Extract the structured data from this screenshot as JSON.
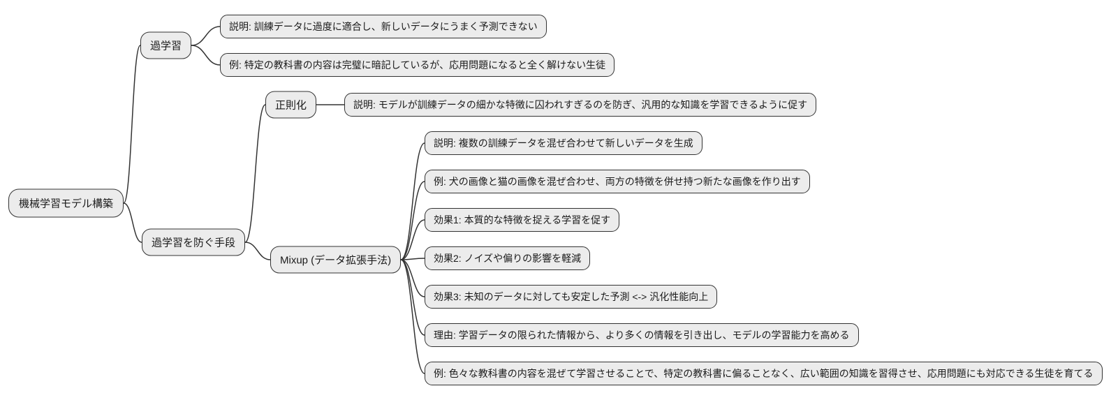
{
  "diagram": {
    "type": "mindmap",
    "root_id": "root",
    "nodes": [
      {
        "id": "root",
        "parent": null,
        "kind": "root",
        "label": "機械学習モデル構築"
      },
      {
        "id": "overfit",
        "parent": "root",
        "kind": "branch",
        "label": "過学習"
      },
      {
        "id": "overfit-desc",
        "parent": "overfit",
        "kind": "leaf",
        "label": "説明: 訓練データに過度に適合し、新しいデータにうまく予測できない"
      },
      {
        "id": "overfit-example",
        "parent": "overfit",
        "kind": "leaf",
        "label": "例: 特定の教科書の内容は完璧に暗記しているが、応用問題になると全く解けない生徒"
      },
      {
        "id": "prevent",
        "parent": "root",
        "kind": "branch",
        "label": "過学習を防ぐ手段"
      },
      {
        "id": "regularization",
        "parent": "prevent",
        "kind": "branch",
        "label": "正則化"
      },
      {
        "id": "regularization-desc",
        "parent": "regularization",
        "kind": "leaf",
        "label": "説明: モデルが訓練データの細かな特徴に囚われすぎるのを防ぎ、汎用的な知識を学習できるように促す"
      },
      {
        "id": "mixup",
        "parent": "prevent",
        "kind": "branch",
        "label": "Mixup (データ拡張手法)"
      },
      {
        "id": "mixup-desc",
        "parent": "mixup",
        "kind": "leaf",
        "label": "説明: 複数の訓練データを混ぜ合わせて新しいデータを生成"
      },
      {
        "id": "mixup-example",
        "parent": "mixup",
        "kind": "leaf",
        "label": "例: 犬の画像と猫の画像を混ぜ合わせ、両方の特徴を併せ持つ新たな画像を作り出す"
      },
      {
        "id": "mixup-effect1",
        "parent": "mixup",
        "kind": "leaf",
        "label": "効果1: 本質的な特徴を捉える学習を促す"
      },
      {
        "id": "mixup-effect2",
        "parent": "mixup",
        "kind": "leaf",
        "label": "効果2: ノイズや偏りの影響を軽減"
      },
      {
        "id": "mixup-effect3",
        "parent": "mixup",
        "kind": "leaf",
        "label": "効果3: 未知のデータに対しても安定した予測 <-> 汎化性能向上"
      },
      {
        "id": "mixup-reason",
        "parent": "mixup",
        "kind": "leaf",
        "label": "理由: 学習データの限られた情報から、より多くの情報を引き出し、モデルの学習能力を高める"
      },
      {
        "id": "mixup-example2",
        "parent": "mixup",
        "kind": "leaf",
        "label": "例: 色々な教科書の内容を混ぜて学習させることで、特定の教科書に偏ることなく、広い範囲の知識を習得させ、応用問題にも対応できる生徒を育てる"
      }
    ],
    "colors": {
      "background": "#ffffff",
      "node_fill": "#ececec",
      "node_border": "#333333",
      "edge": "#333333",
      "text": "#1a1a1a"
    }
  }
}
